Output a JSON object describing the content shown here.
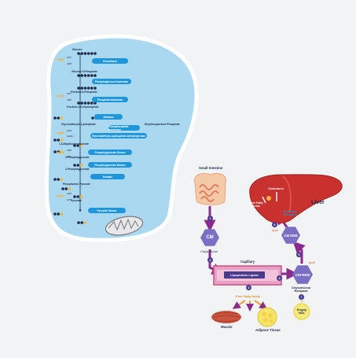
{
  "glycolysis": {
    "metabolites": [
      "Glucose",
      "Glucose-6-Phosphate",
      "Fructose-6-Phosphate",
      "Fructose-1,6-bisphosphate",
      "Glyceraldehyde-3-phosphate",
      "Dihydroxyacetone Phosphate",
      "1,3-Bisphosphoglycerate",
      "3-Phosphoglycerate",
      "2-Phosphoglycerate",
      "Phosphoenol Pyruvate",
      "Pyruvate"
    ],
    "enzymes": [
      "Hexokinase",
      "Phosphoglucose Isomerase",
      "Phosphofructokinase",
      "Aldolase",
      "Triosephosphate Isomerase",
      "Glyceraldehyde-3-phosphate dehydrogenase",
      "Phosphoglycerate Kinase",
      "Phosphoglycerate Mutase",
      "Enolase",
      "Pyruvate Kinase"
    ],
    "cofactors": [
      "ATP",
      "ADP",
      "ATP",
      "ADP",
      "NAD",
      "NADH",
      "ADP",
      "ATP",
      "ADP",
      "ATP"
    ]
  },
  "lipid": {
    "small_intestine": "Small Intestine",
    "cm": "CM",
    "chylomicron": "Chylomicron",
    "capillary": "Capillary",
    "lipoprotein_lipase": "Lipoprotein Lipase",
    "free_fatty_acids": "Free Fatty Acids",
    "muscle": "Muscle",
    "adipose": "Adipose Tissue",
    "cm_rem": "CM REM",
    "chylomicron_remnant": "Chylomicron Remnant",
    "empty_hdl": "Empty HDL",
    "apoe": "apoE",
    "liver": "Liver",
    "cholesterol": "Cholesterol",
    "liver_ffa": "Free Fatty Acids",
    "remnant_receptor": "Remnant Receptor",
    "steps": [
      "1",
      "2",
      "3",
      "4",
      "5",
      "6",
      "7"
    ]
  },
  "colors": {
    "panel": "#a9d8f0",
    "enzyme": "#1f96d9",
    "hexagon": "#7b6fc4",
    "liver": "#c8312d",
    "arrow": "#8a2c8c",
    "vessel": "#c94f86"
  }
}
